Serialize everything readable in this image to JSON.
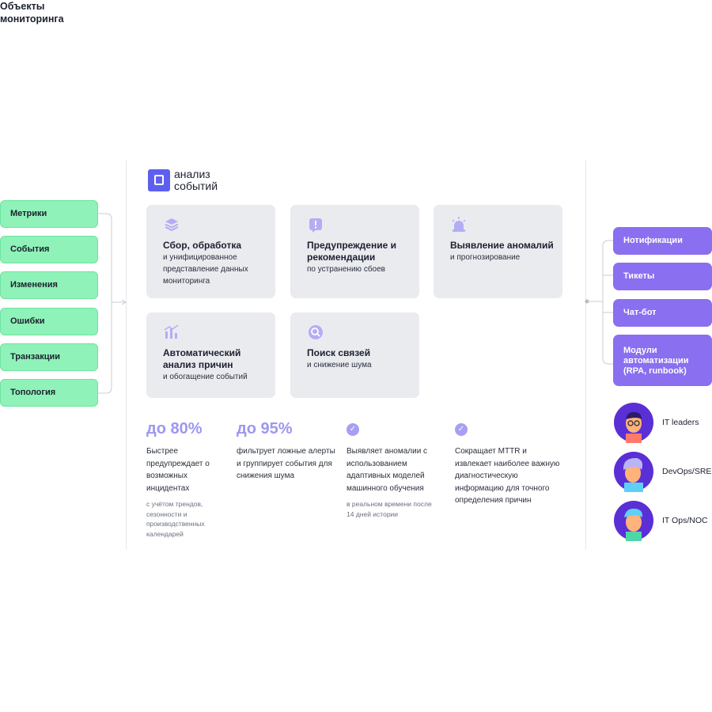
{
  "left_title": "Объекты мониторинга",
  "sources": [
    "Метрики",
    "События",
    "Изменения",
    "Ошибки",
    "Транзакции",
    "Топология"
  ],
  "logo": {
    "text_line1": "анализ",
    "text_line2": "событий",
    "color": "#5d5fef"
  },
  "cards": [
    {
      "title": "Сбор, обработка",
      "subtitle": "и унифицированное представление данных мониторинга",
      "icon": "layers-icon"
    },
    {
      "title": "Предупреждение и рекомендации",
      "subtitle": "по устранению сбоев",
      "icon": "alert-icon"
    },
    {
      "title": "Выявление аномалий",
      "subtitle": "и прогнозирование",
      "icon": "siren-icon"
    },
    {
      "title": "Автоматический анализ причин",
      "subtitle": "и обогащение событий",
      "icon": "bar-chart-icon"
    },
    {
      "title": "Поиск связей",
      "subtitle": "и снижение шума",
      "icon": "search-icon"
    }
  ],
  "stats": [
    {
      "big": "до 80%",
      "text": "Быстрее предупреждает о возможных инцидентах",
      "note": "с учётом трендов, сезонности и производственных календарей"
    },
    {
      "big": "до 95%",
      "text": "фильтрует ложные алерты и группирует события для снижения шума",
      "note": ""
    },
    {
      "big": "",
      "text": "Выявляет аномалии с использованием адаптивных моделей машинного обучения",
      "note": "в реальном времени после 14 дней истории"
    },
    {
      "big": "",
      "text": "Сокращает MTTR и извлекает наиболее важную диагностическую информацию для точного определения причин",
      "note": ""
    }
  ],
  "outputs": [
    "Нотификации",
    "Тикеты",
    "Чат-бот",
    "Модули автоматизации (RPA, runbook)"
  ],
  "personas": [
    "IT leaders",
    "DevOps/SRE",
    "IT Ops/NOC"
  ],
  "colors": {
    "source_fill": "#8ff2b8",
    "card_fill": "#eaebef",
    "accent": "#9d97f2",
    "output_fill": "#8a6ff0",
    "persona_ring": "#5a2fd6"
  }
}
